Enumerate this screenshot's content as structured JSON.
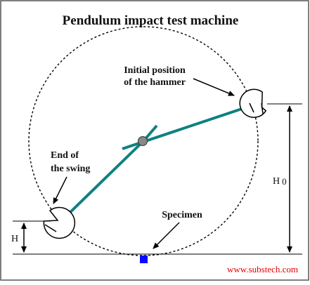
{
  "title": "Pendulum impact test machine",
  "labels": {
    "initial_line1": "Initial position",
    "initial_line2": "of the hammer",
    "end_line1": "End of",
    "end_line2": "the swing",
    "specimen": "Specimen",
    "h": "H",
    "h0_main": "H",
    "h0_sub": "0"
  },
  "credit": "www.substech.com",
  "colors": {
    "arm": "#108080",
    "specimen": "#0a0aff",
    "pivot": "#888888",
    "credit": "#e00000",
    "ink": "#000000"
  },
  "icons": {
    "hammer": "hammer-icon",
    "pivot": "pivot-icon",
    "specimen": "specimen-icon"
  }
}
